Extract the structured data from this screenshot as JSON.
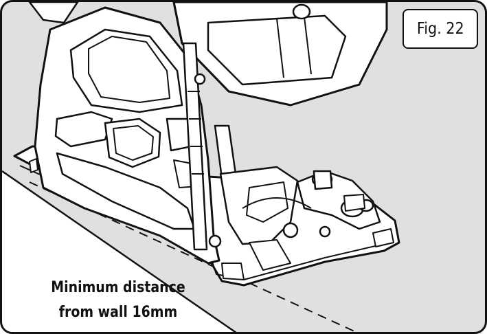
{
  "figure": {
    "label": "Fig. 22",
    "caption": {
      "line1": "Minimum distance",
      "line2": "from wall 16mm"
    },
    "colors": {
      "background": "#e0e0e0",
      "outline": "#111111",
      "fill": "#ffffff"
    }
  }
}
